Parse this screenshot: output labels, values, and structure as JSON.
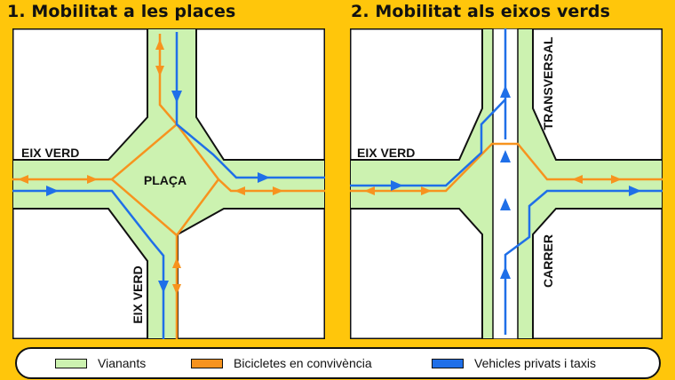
{
  "panels": [
    {
      "title": "1. Mobilitat a les places",
      "labels": {
        "street_h": "EIX VERD",
        "street_v": "EIX VERD",
        "square": "PLAÇA"
      }
    },
    {
      "title": "2. Mobilitat als eixos verds",
      "labels": {
        "street_h": "EIX VERD",
        "top_street": "TRANSVERSAL",
        "bottom_street": "CARRER"
      }
    }
  ],
  "legend": [
    {
      "label": "Vianants",
      "color": "#CCF2B0"
    },
    {
      "label": "Bicicletes en convivència",
      "color": "#F7931E"
    },
    {
      "label": "Vehicles privats i taxis",
      "color": "#1F6FE8"
    }
  ],
  "colors": {
    "background": "#FFC60B",
    "pedestrian": "#CCF2B0",
    "bike": "#F7931E",
    "car": "#1F6FE8",
    "lane": "#FFFFFF"
  }
}
